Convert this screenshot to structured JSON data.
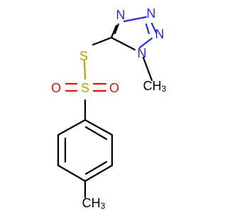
{
  "atoms": {
    "n_top_left": "N",
    "n_top_right": "N",
    "n_right": "N",
    "n_methyl": "N",
    "s_thio": "S",
    "s_sulfonyl": "S",
    "o_left": "O",
    "o_right": "O",
    "ch3_right_main": "CH",
    "ch3_right_sub": "3",
    "ch3_bottom_main": "CH",
    "ch3_bottom_sub": "3"
  },
  "colors": {
    "carbon_bond": "#000000",
    "sulfur": "#b3a300",
    "nitrogen": "#2630d6",
    "oxygen": "#e01212"
  }
}
